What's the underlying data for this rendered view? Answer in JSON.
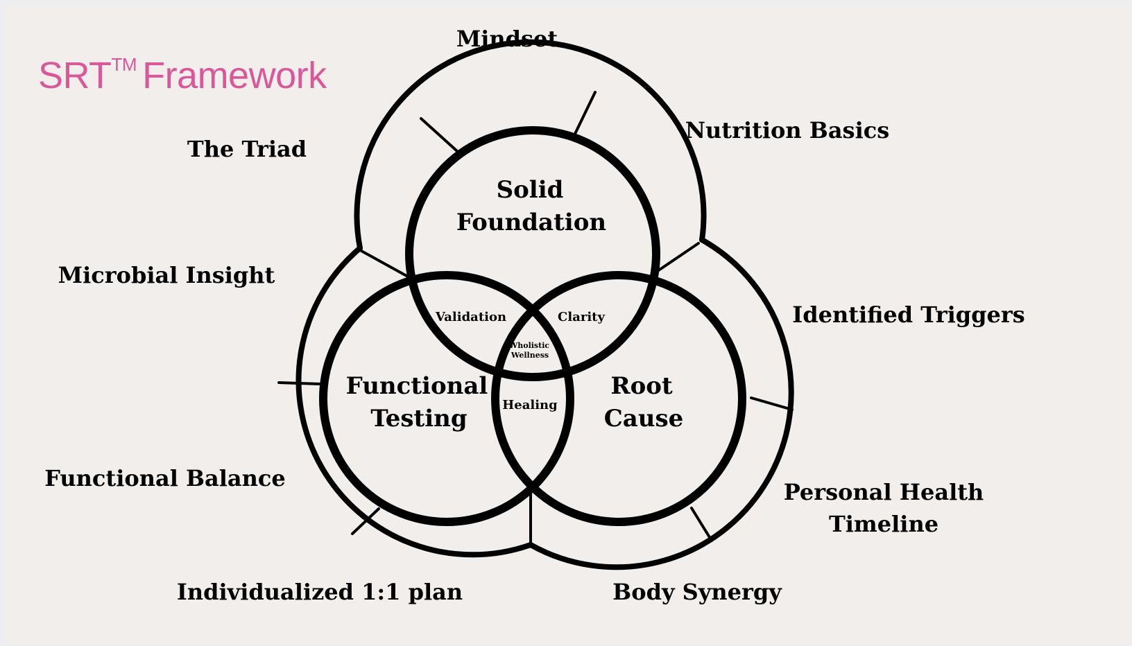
{
  "title": {
    "text": "SRT",
    "superscript": "TM",
    "suffix": "Framework"
  },
  "colors": {
    "title": "#d9589a",
    "stroke": "#000000",
    "background": "#f1eeeb"
  },
  "circles": {
    "top": {
      "line1": "Solid",
      "line2": "Foundation"
    },
    "left": {
      "line1": "Functional",
      "line2": "Testing"
    },
    "right": {
      "line1": "Root",
      "line2": "Cause"
    }
  },
  "overlaps": {
    "top_left": "Validation",
    "top_right": "Clarity",
    "left_right": "Healing",
    "center_line1": "Wholistic",
    "center_line2": "Wellness"
  },
  "outer_labels": {
    "mindset": "Mindset",
    "nutrition_basics": "Nutrition Basics",
    "the_triad": "The Triad",
    "microbial_insight": "Microbial Insight",
    "identified_triggers": "Identified Triggers",
    "functional_balance": "Functional Balance",
    "personal_health_line1": "Personal Health",
    "personal_health_line2": "Timeline",
    "individualized_plan": "Individualized 1:1  plan",
    "body_synergy": "Body Synergy"
  }
}
